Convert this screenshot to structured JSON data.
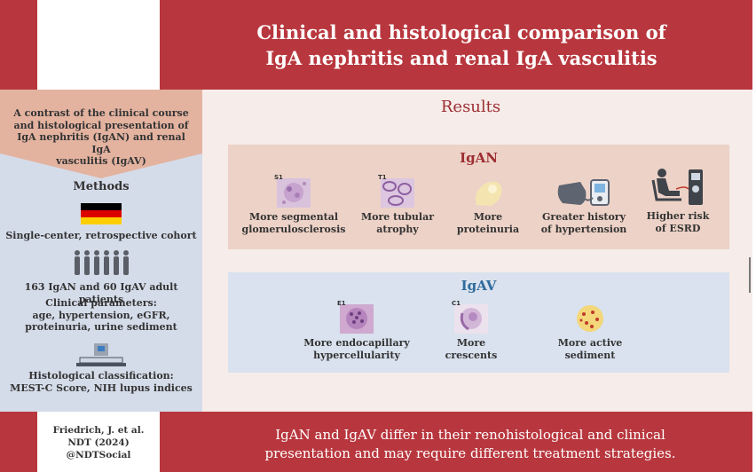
{
  "header": {
    "title_line1": "Clinical and histological comparison of",
    "title_line2": "IgA nephritis and renal IgA vasculitis"
  },
  "left": {
    "intro": [
      "A contrast of the clinical course",
      "and histological presentation of",
      "IgA nephritis (IgAN) and renal IgA",
      "vasculitis (IgAV)"
    ],
    "methods_title": "Methods",
    "cohort": "Single-center, retrospective cohort",
    "patients": "163 IgAN and 60 IgAV adult patients",
    "clinical": [
      "Clinical parameters:",
      "age, hypertension, eGFR,",
      "proteinuria, urine sediment"
    ],
    "histological": [
      "Histological classification:",
      "MEST-C Score, NIH lupus indices"
    ]
  },
  "results": {
    "title": "Results",
    "igan": {
      "title": "IgAN",
      "items": [
        {
          "tag": "S1",
          "line1": "More segmental",
          "line2": "glomerulosclerosis",
          "icon": "glomerulosclerosis-histology-icon"
        },
        {
          "tag": "T1",
          "line1": "More tubular",
          "line2": "atrophy",
          "icon": "tubular-atrophy-histology-icon"
        },
        {
          "tag": "",
          "line1": "More",
          "line2": "proteinuria",
          "icon": "urine-sample-icon"
        },
        {
          "tag": "",
          "line1": "Greater history",
          "line2": "of hypertension",
          "icon": "blood-pressure-monitor-icon"
        },
        {
          "tag": "",
          "line1": "Higher risk",
          "line2": "of ESRD",
          "icon": "dialysis-patient-icon"
        }
      ]
    },
    "igav": {
      "title": "IgAV",
      "items": [
        {
          "tag": "E1",
          "line1": "More endocapillary",
          "line2": "hypercellularity",
          "icon": "endocapillary-histology-icon"
        },
        {
          "tag": "C1",
          "line1": "More",
          "line2": "crescents",
          "icon": "crescent-histology-icon"
        },
        {
          "tag": "",
          "line1": "More active",
          "line2": "sediment",
          "icon": "urine-sediment-icon"
        }
      ]
    }
  },
  "footer": {
    "citation": [
      "Friedrich, J. et al.",
      "NDT (2024)",
      "@NDTSocial"
    ],
    "conclusion_line1": "IgAN and IgAV differ in their renohistological and clinical",
    "conclusion_line2": "presentation and may require different treatment strategies."
  },
  "colors": {
    "brand_red": "#b8373e",
    "igan_title": "#9c2e33",
    "igav_title": "#2f6a9b",
    "left_panel": "#d5dce9",
    "left_top": "#e3b3a0",
    "igan_box": "#edd2c7",
    "igav_box": "#d9e2ee"
  }
}
